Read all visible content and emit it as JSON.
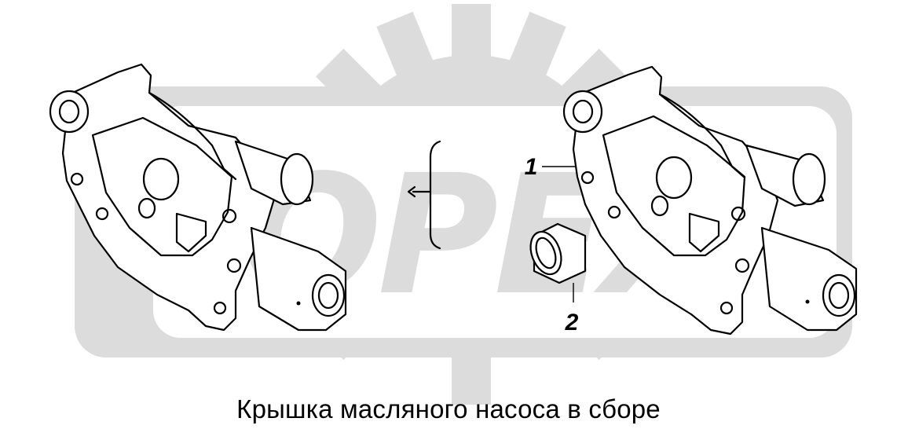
{
  "caption": "Крышка масляного насоса в сборе",
  "callouts": [
    {
      "id": "1",
      "label": "1"
    },
    {
      "id": "2",
      "label": "2"
    }
  ],
  "watermark": {
    "text": "OPEX",
    "color": "#dcdcdc",
    "icon": "gear-icon"
  },
  "colors": {
    "line": "#000000",
    "background": "#ffffff",
    "watermark": "#dcdcdc"
  }
}
